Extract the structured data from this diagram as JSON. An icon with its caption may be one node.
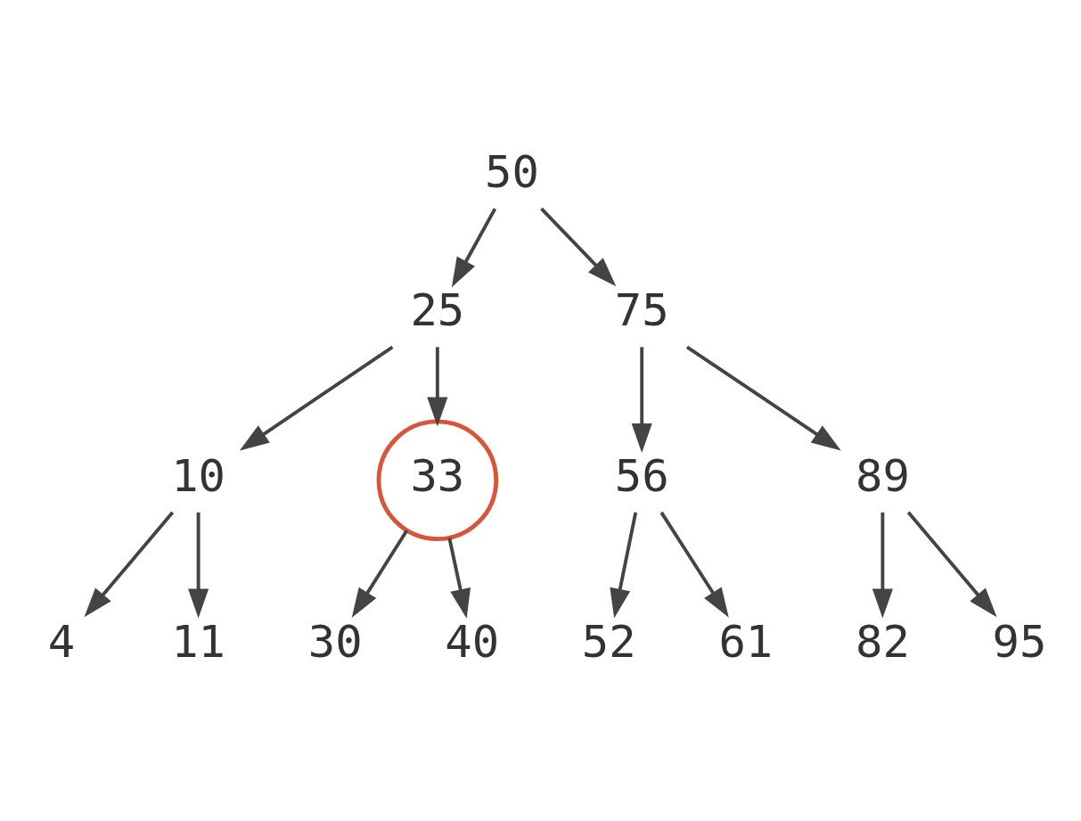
{
  "diagram": {
    "nodes": [
      {
        "text": [
          "50"
        ]
      },
      {
        "text": [
          "25"
        ]
      },
      {
        "text": [
          "75"
        ]
      },
      {
        "text": [
          "10"
        ]
      },
      {
        "text": [
          "33"
        ]
      },
      {
        "text": [
          "56"
        ]
      },
      {
        "text": [
          "89"
        ]
      },
      {
        "text": [
          "4"
        ]
      },
      {
        "text": [
          "11"
        ]
      },
      {
        "text": [
          "30"
        ]
      },
      {
        "text": [
          "40"
        ]
      },
      {
        "text": [
          "52"
        ]
      },
      {
        "text": [
          "61"
        ]
      },
      {
        "text": [
          "82"
        ]
      },
      {
        "text": [
          "95"
        ]
      }
    ],
    "edges": [
      {
        "from": 0,
        "to": 1,
        "arrow": "to"
      },
      {
        "from": 0,
        "to": 2,
        "arrow": "to"
      },
      {
        "from": 1,
        "to": 3,
        "arrow": "to"
      },
      {
        "from": 1,
        "to": 4,
        "arrow": "to"
      },
      {
        "from": 2,
        "to": 5,
        "arrow": "to"
      },
      {
        "from": 2,
        "to": 6,
        "arrow": "to"
      },
      {
        "from": 3,
        "to": 7,
        "arrow": "to"
      },
      {
        "from": 3,
        "to": 8,
        "arrow": "to"
      },
      {
        "from": 4,
        "to": 9,
        "arrow": "to"
      },
      {
        "from": 4,
        "to": 10,
        "arrow": "to"
      },
      {
        "from": 5,
        "to": 11,
        "arrow": "to"
      },
      {
        "from": 5,
        "to": 12,
        "arrow": "to"
      },
      {
        "from": 6,
        "to": 13,
        "arrow": "to"
      },
      {
        "from": 6,
        "to": 14,
        "arrow": "to"
      }
    ]
  }
}
